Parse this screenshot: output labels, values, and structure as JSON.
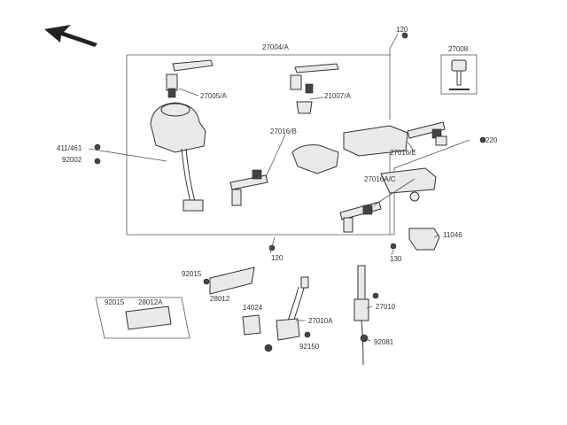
{
  "labels": {
    "p27004a": "27004/A",
    "p120_top": "120",
    "p27008": "27008",
    "p27005a": "27005/A",
    "p21007a": "21007/A",
    "p411": "411/461",
    "p92002": "92002",
    "p27016b": "27016/B",
    "p220": "220",
    "p27016e": "27016/E",
    "p27016ac": "27016A/C",
    "p11046": "11046",
    "p120_bot": "120",
    "p130": "130",
    "p92015_a": "92015",
    "p28012": "28012",
    "p14024": "14024",
    "p27010a": "27010A",
    "p92150": "92150",
    "p27010": "27010",
    "p92081": "92081",
    "p92015_b": "92015",
    "p28012a": "28012A"
  },
  "icons": {
    "direction_arrow": "front-arrow-icon"
  }
}
